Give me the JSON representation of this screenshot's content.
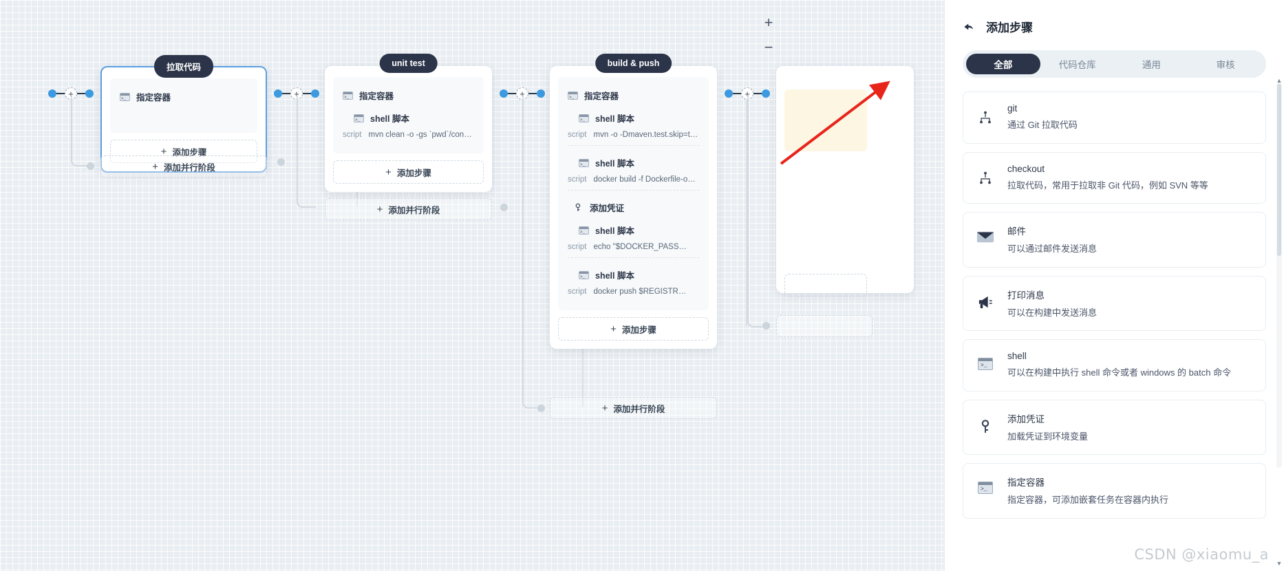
{
  "canvas": {
    "zoom_in_label": "+",
    "zoom_out_label": "−",
    "stages": [
      {
        "title": "拉取代码",
        "container_step": "指定容器",
        "steps": [],
        "add_step_label": "添加步骤",
        "add_parallel_label": "添加并行阶段"
      },
      {
        "title": "unit test",
        "container_step": "指定容器",
        "steps": [
          {
            "name": "shell 脚本",
            "script_key": "script",
            "script_val": "mvn clean -o -gs `pwd`/con…"
          }
        ],
        "add_step_label": "添加步骤",
        "add_parallel_label": "添加并行阶段"
      },
      {
        "title": "build & push",
        "container_step": "指定容器",
        "steps": [
          {
            "name": "shell 脚本",
            "script_key": "script",
            "script_val": "mvn -o -Dmaven.test.skip=t…"
          },
          {
            "name": "shell 脚本",
            "script_key": "script",
            "script_val": "docker build -f Dockerfile-o…"
          },
          {
            "name": "添加凭证",
            "script_key": "",
            "script_val": ""
          },
          {
            "name": "shell 脚本",
            "script_key": "script",
            "script_val": "echo \"$DOCKER_PASS…"
          },
          {
            "name": "shell 脚本",
            "script_key": "script",
            "script_val": "docker push $REGISTR…"
          }
        ],
        "add_step_label": "添加步骤",
        "add_parallel_label": "添加并行阶段"
      }
    ]
  },
  "panel": {
    "title": "添加步骤",
    "back_icon": "back-arrow-icon",
    "tabs": [
      {
        "label": "全部",
        "active": true
      },
      {
        "label": "代码仓库",
        "active": false
      },
      {
        "label": "通用",
        "active": false
      },
      {
        "label": "审核",
        "active": false
      }
    ],
    "items": [
      {
        "icon": "git-icon",
        "name": "git",
        "desc": "通过 Git 拉取代码"
      },
      {
        "icon": "git-icon",
        "name": "checkout",
        "desc": "拉取代码，常用于拉取非 Git 代码，例如 SVN 等等"
      },
      {
        "icon": "mail-icon",
        "name": "邮件",
        "desc": "可以通过邮件发送消息"
      },
      {
        "icon": "megaphone-icon",
        "name": "打印消息",
        "desc": "可以在构建中发送消息"
      },
      {
        "icon": "terminal-icon",
        "name": "shell",
        "desc": "可以在构建中执行 shell 命令或者 windows 的 batch 命令"
      },
      {
        "icon": "key-icon",
        "name": "添加凭证",
        "desc": "加载凭证到环境变量"
      },
      {
        "icon": "terminal-icon",
        "name": "指定容器",
        "desc": "指定容器，可添加嵌套任务在容器内执行"
      }
    ]
  },
  "annotation": {
    "arrow_color": "#e8251b"
  },
  "watermark": {
    "text": "CSDN @xiaomu_a"
  },
  "colors": {
    "accent_dark": "#2b3448",
    "connector_blue": "#3d9ae0",
    "selected_border": "#5c9ee0",
    "canvas_bg": "#e9eef2"
  }
}
